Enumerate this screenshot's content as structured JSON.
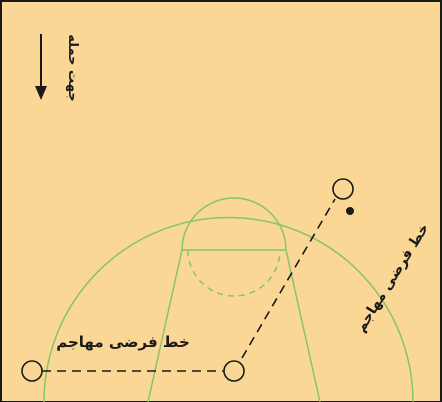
{
  "direction_label": "جهت حمله",
  "line_label_horizontal": "خط فرضی مهاجم",
  "line_label_diagonal": "خط فرضی مهاجم",
  "colors": {
    "court_fill": "#fbd795",
    "court_border": "#1a1a1a",
    "court_lines": "#86c46a",
    "player_marks": "#1a1a1a"
  },
  "icons": [
    "arrow-down-icon",
    "player-circle-icon",
    "ball-dot-icon"
  ]
}
